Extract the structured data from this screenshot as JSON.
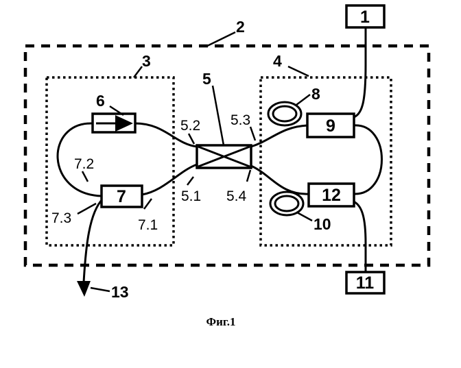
{
  "caption": "Фиг.1",
  "blocks": {
    "b1": "1",
    "b7": "7",
    "b9": "9",
    "b11": "11",
    "b12": "12"
  },
  "refs": {
    "r2": "2",
    "r3": "3",
    "r4": "4",
    "r5": "5",
    "r6": "6",
    "r8": "8",
    "r10": "10",
    "r13": "13"
  },
  "ports": {
    "p5_1": "5.1",
    "p5_2": "5.2",
    "p5_3": "5.3",
    "p5_4": "5.4",
    "p7_1": "7.1",
    "p7_2": "7.2",
    "p7_3": "7.3"
  }
}
